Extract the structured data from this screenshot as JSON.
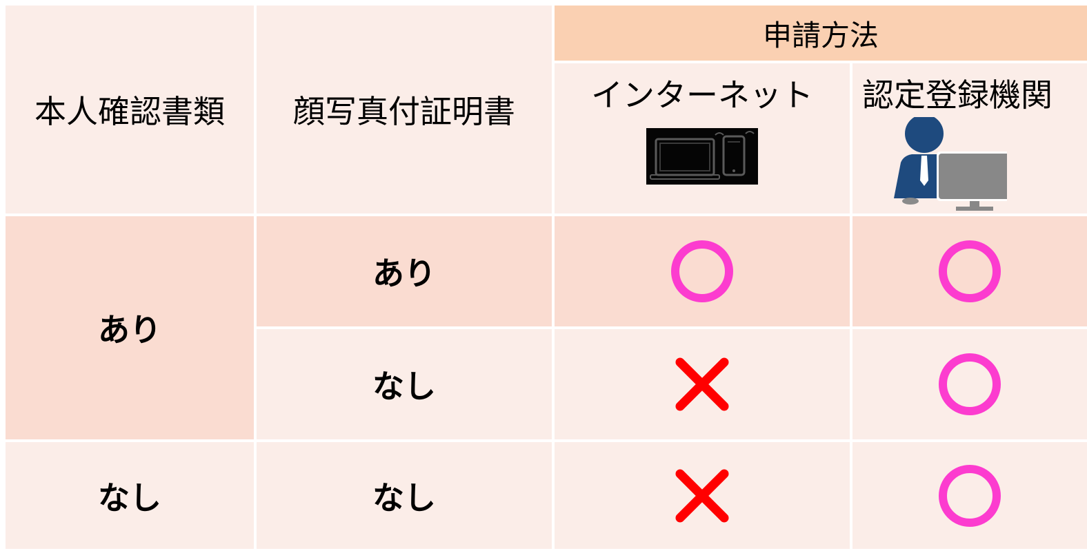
{
  "header": {
    "id_docs": "本人確認書類",
    "photo_id": "顔写真付証明書",
    "method": "申請方法",
    "internet": "インターネット",
    "registration": "認定登録機関"
  },
  "rows": [
    {
      "id_docs": "あり",
      "photo_id": "あり",
      "internet": "circle",
      "registration": "circle"
    },
    {
      "id_docs": "あり",
      "photo_id": "なし",
      "internet": "cross",
      "registration": "circle"
    },
    {
      "id_docs": "なし",
      "photo_id": "なし",
      "internet": "cross",
      "registration": "circle"
    }
  ],
  "icons": {
    "internet": "computer-and-smartphone-icon",
    "registration": "person-at-computer-icon",
    "available": "circle-mark-icon",
    "unavailable": "cross-mark-icon"
  },
  "colors": {
    "header_method_bg": "#fad0b2",
    "cell_bg": "#fbede8",
    "highlight_bg": "#fadcd1",
    "circle_mark": "#fc3ccf",
    "cross_mark": "#ff0000",
    "person_icon": "#1e4a7e",
    "monitor_icon": "#888888"
  }
}
